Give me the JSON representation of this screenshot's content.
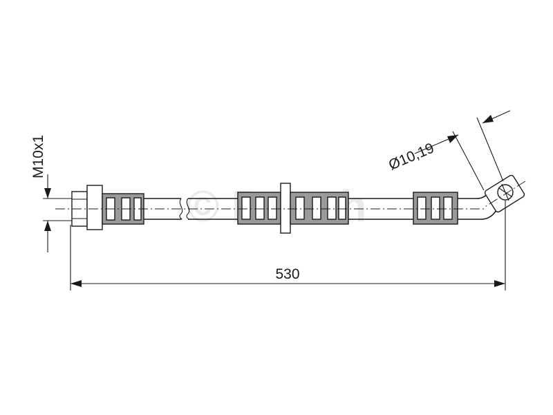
{
  "dimensions": {
    "thread_label": "M10x1",
    "diameter_label": "Ø10,19",
    "length_label": "530"
  },
  "watermark": {
    "text": "© Bosch"
  }
}
